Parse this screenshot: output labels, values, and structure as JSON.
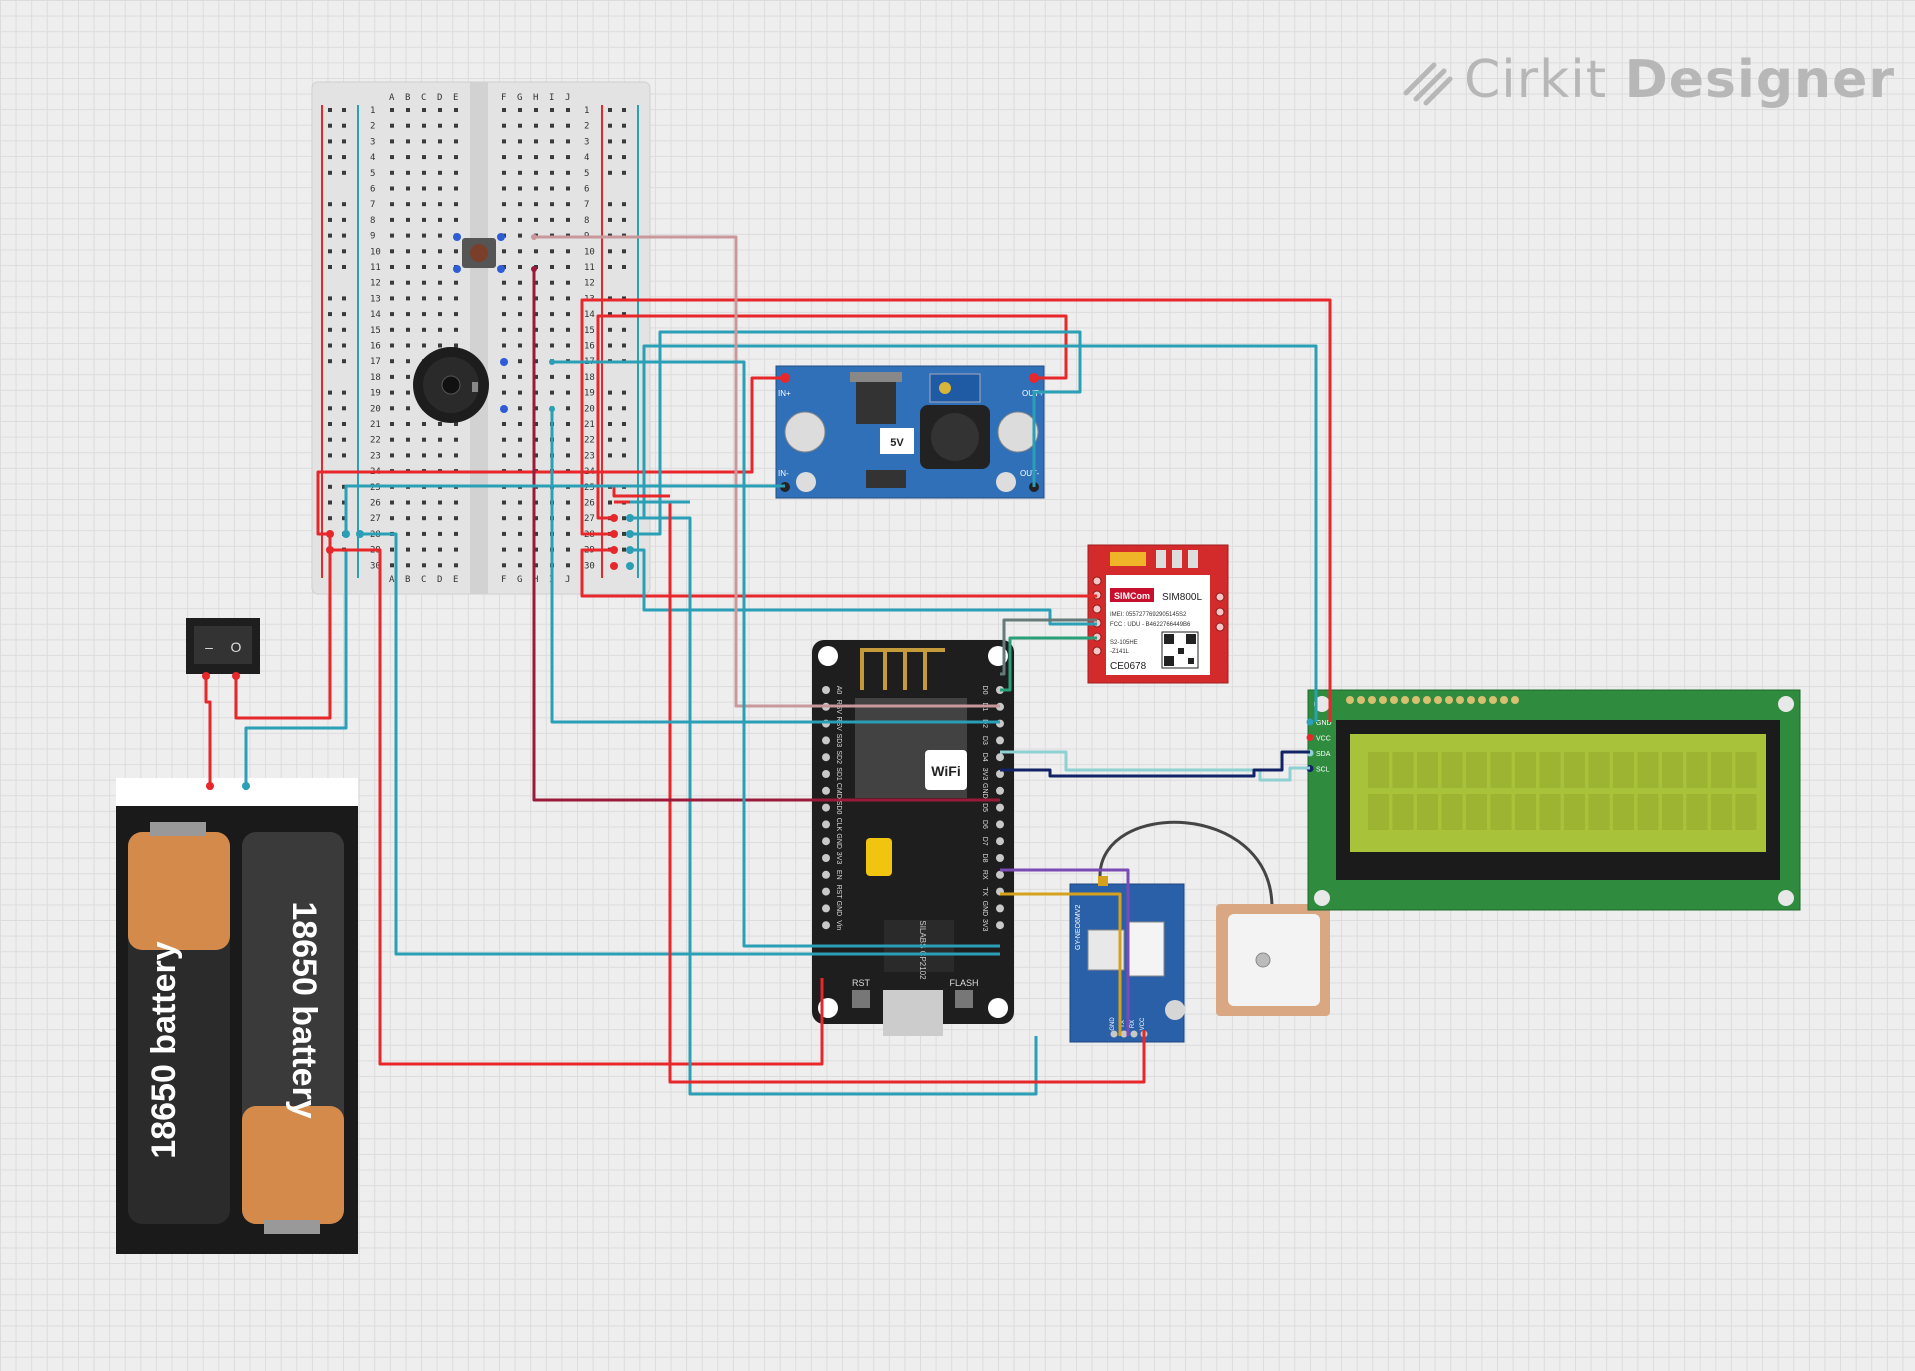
{
  "brand": {
    "name": "Cirkit",
    "product": "Designer"
  },
  "breadboard": {
    "cols_left": [
      "A",
      "B",
      "C",
      "D",
      "E"
    ],
    "cols_right": [
      "F",
      "G",
      "H",
      "I",
      "J"
    ],
    "rows": 30
  },
  "converter": {
    "pin_in_plus": "IN+",
    "pin_in_minus": "IN-",
    "pin_out_plus": "OUT+",
    "pin_out_minus": "OUT-",
    "badge": "5V"
  },
  "gsm": {
    "brand": "SIMCom",
    "model": "SIM800L",
    "imei": "IMEI: 0557277692905145S2",
    "fcc": "FCC : UDU - B4622766449B6",
    "code1": "S2-105HE",
    "code2": "-Z141L",
    "cert": "CE0678"
  },
  "mcu": {
    "right_pins": [
      "D0",
      "D1",
      "D2",
      "D3",
      "D4",
      "3V3",
      "GND",
      "D5",
      "D6",
      "D7",
      "D8",
      "RX",
      "TX",
      "GND",
      "3V3"
    ],
    "left_pins": [
      "A0",
      "RSV",
      "RSV",
      "SD3",
      "SD2",
      "SD1",
      "CMD",
      "SD0",
      "CLK",
      "GND",
      "3V3",
      "EN",
      "RST",
      "GND",
      "Vin"
    ],
    "btn_left": "RST",
    "btn_right": "FLASH",
    "chip": "SILABS CP2102",
    "wifi": "WiFi"
  },
  "gps": {
    "label": "GY-NEO6MV2",
    "pins": [
      "VCC",
      "RX",
      "TX",
      "GND"
    ]
  },
  "lcd": {
    "pins": [
      "GND",
      "VCC",
      "SDA",
      "SCL"
    ]
  },
  "battery": {
    "cell1": "18650 battery",
    "cell2": "18650 battery"
  },
  "switch": {
    "off": "–",
    "on": "O"
  },
  "wire_colors": {
    "red": "#e8272b",
    "teal": "#2a9fb5",
    "pink": "#c9989b",
    "maroon": "#9b1a3a",
    "navy": "#112266",
    "lightblue": "#8fd0d3",
    "purple": "#7b4bb5",
    "gold": "#d6a11c",
    "dark": "#444444"
  }
}
